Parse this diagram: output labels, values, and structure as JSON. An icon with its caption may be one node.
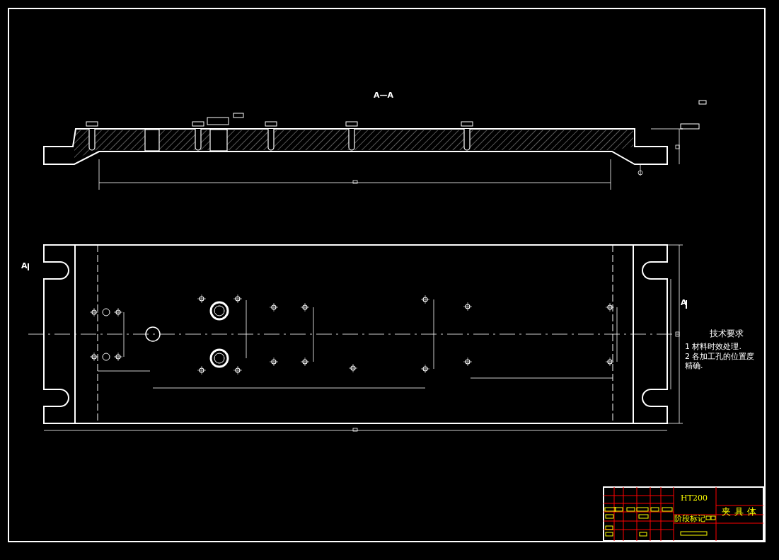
{
  "diagram": {
    "labels": [
      "A—A",
      "A",
      "A",
      "技术要求",
      "1 材料时效处理.",
      "2 各加工孔的位置度精确.",
      "HT200",
      "阶段标记",
      "夹具体"
    ]
  }
}
